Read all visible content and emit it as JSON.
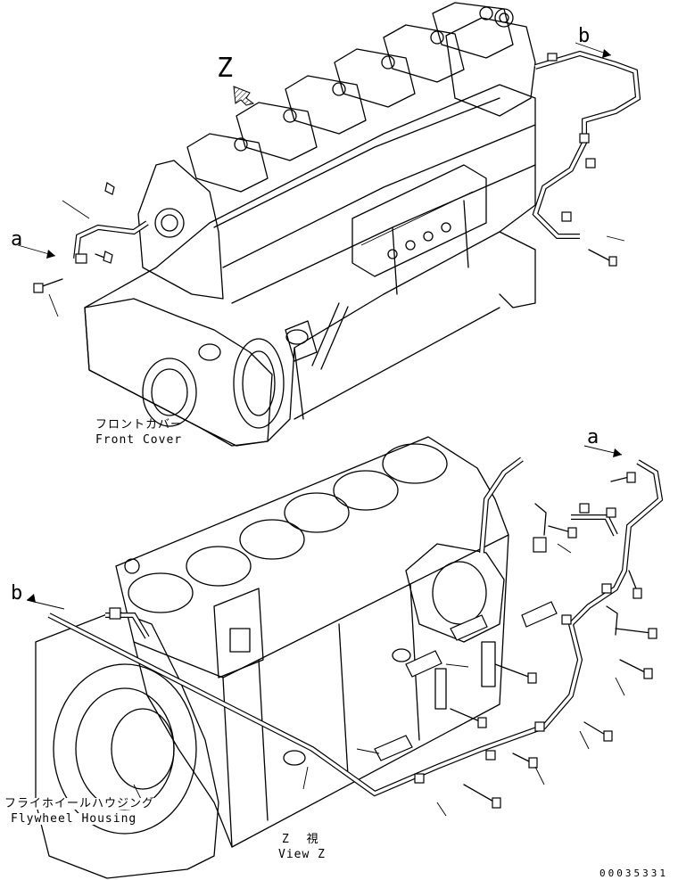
{
  "callouts": {
    "a_top": "a",
    "a_bottom": "a",
    "b_top": "b",
    "b_bottom": "b"
  },
  "view_marker": "Z",
  "front_cover": {
    "jp": "フロントカバー",
    "en": "Front Cover"
  },
  "flywheel_housing": {
    "jp": "フライホイールハウジング",
    "en": "Flywheel Housing"
  },
  "view_label": {
    "jp": "Z 視",
    "en": "View Z"
  },
  "doc_number": "00035331"
}
